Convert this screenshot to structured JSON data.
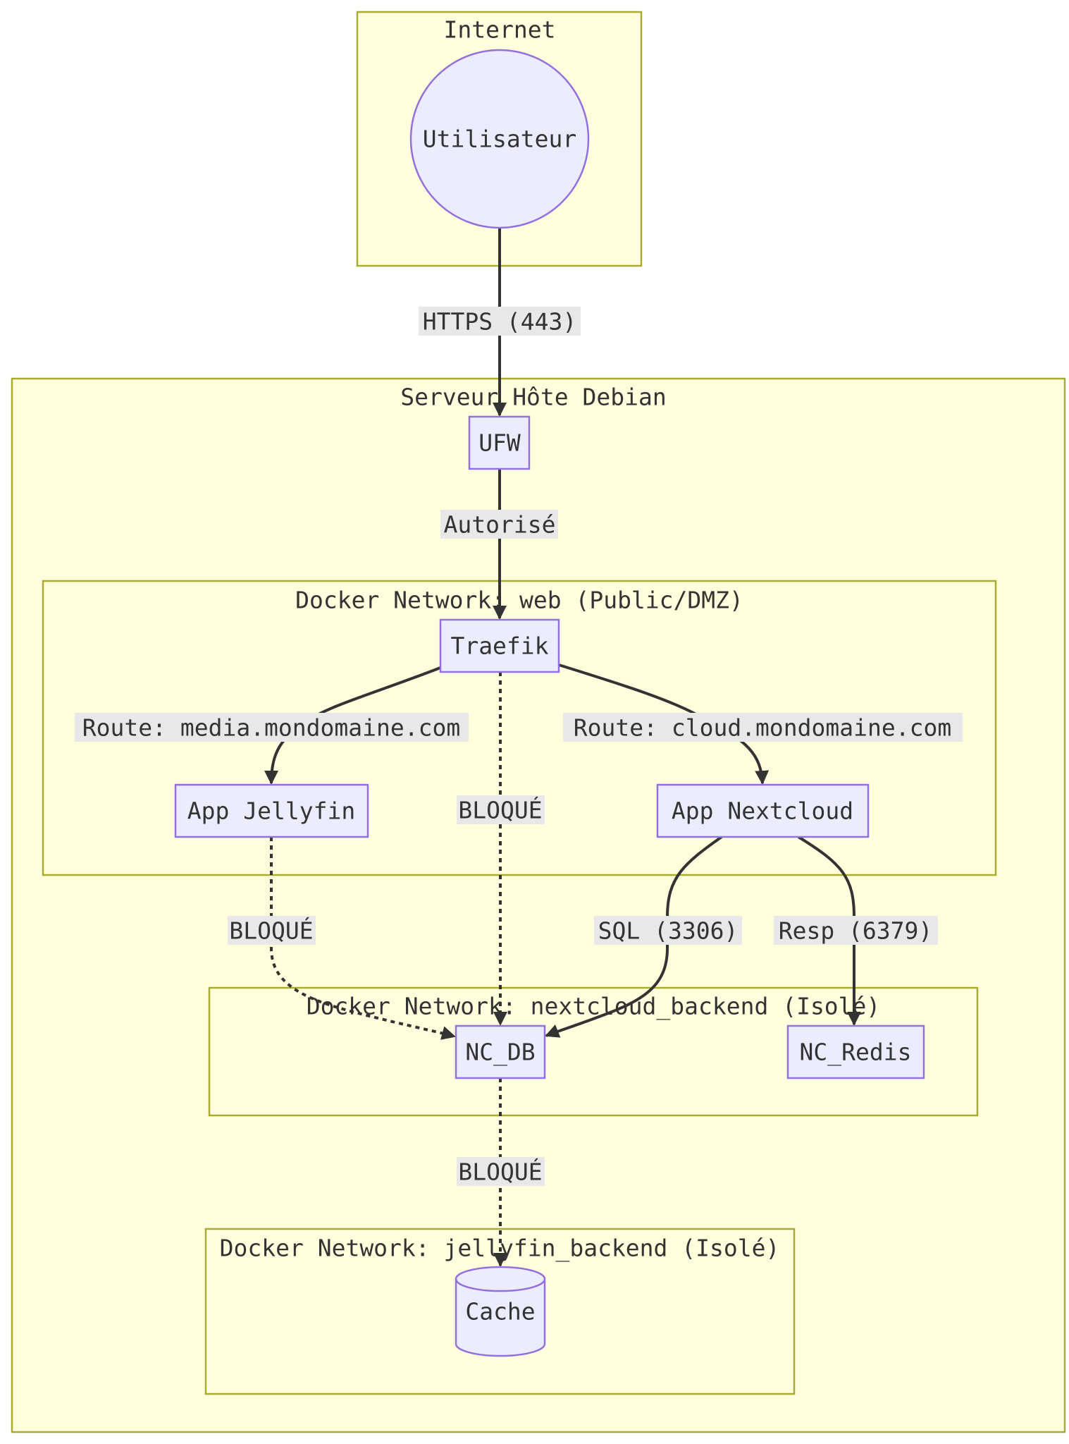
{
  "diagram": {
    "type": "flowchart",
    "colors": {
      "cluster_fill": "#ffffde",
      "cluster_border": "#aaaa33",
      "node_fill": "#ececff",
      "node_border": "#9370db",
      "edge": "#333333",
      "edge_label_bg": "#e8e8e8",
      "text": "#333333"
    },
    "clusters": {
      "internet": {
        "title": "Internet"
      },
      "serveur": {
        "title": "Serveur Hôte Debian"
      },
      "web": {
        "title": "Docker Network: web (Public/DMZ)"
      },
      "nextcloud_backend": {
        "title": "Docker Network: nextcloud_backend (Isolé)"
      },
      "jellyfin_backend": {
        "title": "Docker Network: jellyfin_backend (Isolé)"
      }
    },
    "nodes": {
      "utilisateur": {
        "label": "Utilisateur",
        "shape": "circle"
      },
      "ufw": {
        "label": "UFW",
        "shape": "rect"
      },
      "traefik": {
        "label": "Traefik",
        "shape": "rect"
      },
      "jellyfin": {
        "label": "App Jellyfin",
        "shape": "rect"
      },
      "nextcloud": {
        "label": "App Nextcloud",
        "shape": "rect"
      },
      "nc_db": {
        "label": "NC_DB",
        "shape": "rect"
      },
      "nc_redis": {
        "label": "NC_Redis",
        "shape": "rect"
      },
      "cache": {
        "label": "Cache",
        "shape": "cylinder"
      }
    },
    "edges": [
      {
        "id": "e_user_ufw",
        "from": "Utilisateur",
        "to": "UFW",
        "label": "HTTPS (443)",
        "style": "solid"
      },
      {
        "id": "e_ufw_traefik",
        "from": "UFW",
        "to": "Traefik",
        "label": "Autorisé",
        "style": "solid"
      },
      {
        "id": "e_traefik_jellyfin",
        "from": "Traefik",
        "to": "App Jellyfin",
        "label": "Route: media.mondomaine.com",
        "style": "solid"
      },
      {
        "id": "e_traefik_ncdb",
        "from": "Traefik",
        "to": "NC_DB",
        "label": "BLOQUÉ",
        "style": "dotted"
      },
      {
        "id": "e_traefik_nextcloud",
        "from": "Traefik",
        "to": "App Nextcloud",
        "label": "Route: cloud.mondomaine.com",
        "style": "solid"
      },
      {
        "id": "e_jellyfin_ncdb",
        "from": "App Jellyfin",
        "to": "NC_DB",
        "label": "BLOQUÉ",
        "style": "dotted"
      },
      {
        "id": "e_nextcloud_ncdb",
        "from": "App Nextcloud",
        "to": "NC_DB",
        "label": "SQL (3306)",
        "style": "solid"
      },
      {
        "id": "e_nextcloud_redis",
        "from": "App Nextcloud",
        "to": "NC_Redis",
        "label": "Resp (6379)",
        "style": "solid"
      },
      {
        "id": "e_ncdb_cache",
        "from": "NC_DB",
        "to": "Cache",
        "label": "BLOQUÉ",
        "style": "dotted"
      }
    ]
  }
}
